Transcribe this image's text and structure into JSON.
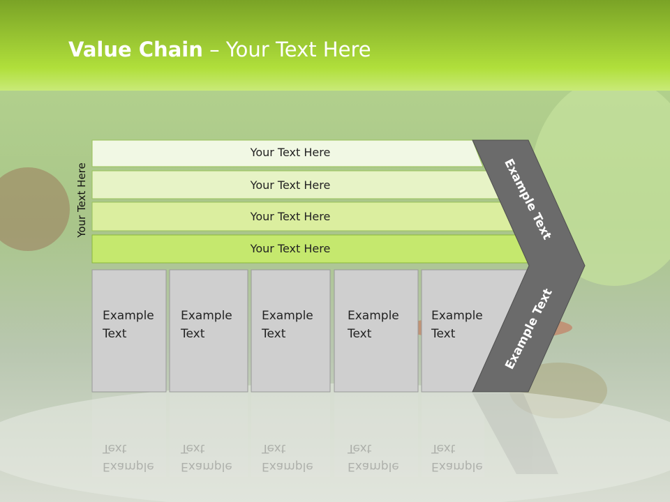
{
  "title": {
    "bold": "Value Chain",
    "rest": "– Your Text Here"
  },
  "side_label": "Your Text Here",
  "bars": [
    {
      "label": "Your Text Here"
    },
    {
      "label": "Your Text Here"
    },
    {
      "label": "Your Text Here"
    },
    {
      "label": "Your Text Here"
    }
  ],
  "boxes": [
    {
      "line1": "Example",
      "line2": "Text"
    },
    {
      "line1": "Example",
      "line2": "Text"
    },
    {
      "line1": "Example",
      "line2": "Text"
    },
    {
      "line1": "Example",
      "line2": "Text"
    },
    {
      "line1": "Example",
      "line2": "Text"
    }
  ],
  "chevron": {
    "top_label": "Example Text",
    "bottom_label": "Example Text"
  },
  "colors": {
    "header_top": "#7da829",
    "header_bottom": "#b3e03a",
    "bar_fills": [
      "#f1f8e4",
      "#e7f3c6",
      "#dbee9f",
      "#c5e86e"
    ],
    "box_fill": "#cfcfcf",
    "chevron": "#6b6b6b"
  }
}
